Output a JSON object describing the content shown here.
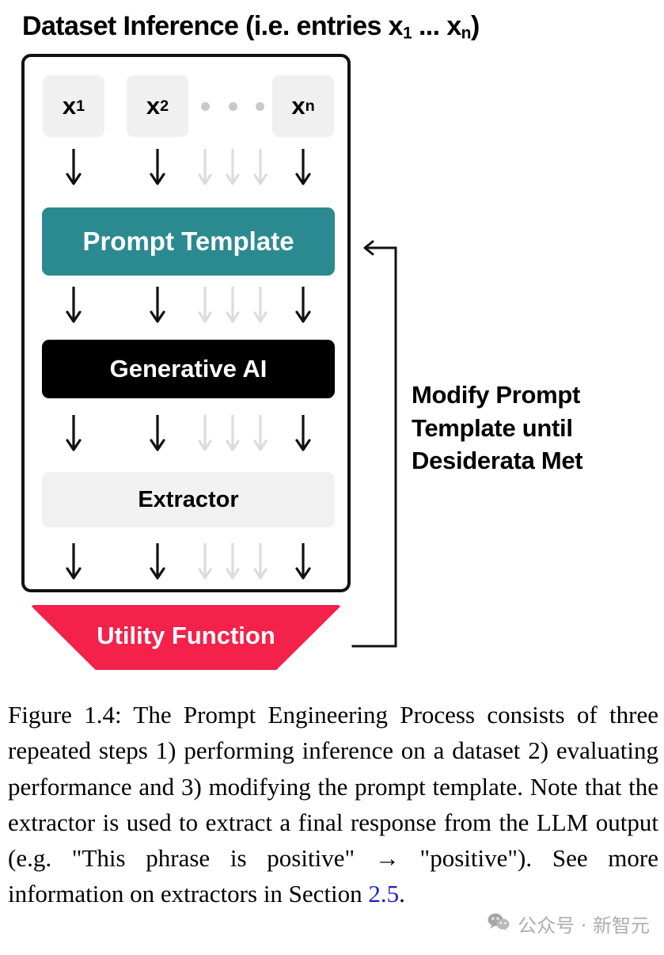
{
  "figure": {
    "title_prefix": "Dataset Inference (i.e. entries x",
    "title_sub_first": "1",
    "title_middle": " ... x",
    "title_sub_last": "n",
    "title_suffix": ")",
    "title_full": "Dataset Inference (i.e. entries x1 ... xn)"
  },
  "diagram": {
    "entries": [
      {
        "base": "x",
        "sub": "1",
        "label": "x1"
      },
      {
        "base": "x",
        "sub": "2",
        "label": "x2"
      },
      {
        "base": "x",
        "sub": "n",
        "label": "xn"
      }
    ],
    "ellipsis": "• • •",
    "stages": [
      {
        "name": "prompt-template",
        "label": "Prompt Template",
        "fill": "#2b8a8f",
        "text_color": "#ffffff"
      },
      {
        "name": "generative-ai",
        "label": "Generative AI",
        "fill": "#000000",
        "text_color": "#ffffff"
      },
      {
        "name": "extractor",
        "label": "Extractor",
        "fill": "#f1f1f1",
        "text_color": "#000000"
      },
      {
        "name": "utility-function",
        "label": "Utility Function",
        "fill": "#f4214b",
        "text_color": "#ffffff"
      }
    ],
    "feedback_note": "Modify Prompt Template until Desiderata Met",
    "colors": {
      "teal": "#2b8a8f",
      "black": "#000000",
      "light_gray": "#f1f1f1",
      "crimson": "#f4214b",
      "arrow_black": "#111111",
      "arrow_faded": "#dddddd",
      "dot_gray": "#c9c9c9"
    }
  },
  "caption": {
    "part1": "Figure 1.4: The Prompt Engineering Process consists of three repeated steps 1) performing inference on a dataset 2) evaluating performance and 3) modifying the prompt template.  Note that the extractor is used to extract a final response from the LLM output (e.g. \"This phrase is positive\" → \"positive\").  See more information on extractors in Section ",
    "link": "2.5",
    "part2": ".",
    "full": "Figure 1.4: The Prompt Engineering Process consists of three repeated steps 1) performing inference on a dataset 2) evaluating performance and 3) modifying the prompt template. Note that the extractor is used to extract a final response from the LLM output (e.g. \"This phrase is positive\" → \"positive\"). See more information on extractors in Section 2.5."
  },
  "watermark": {
    "text": "公众号 · 新智元",
    "icon": "wechat-icon",
    "color": "#a8a8a8"
  }
}
